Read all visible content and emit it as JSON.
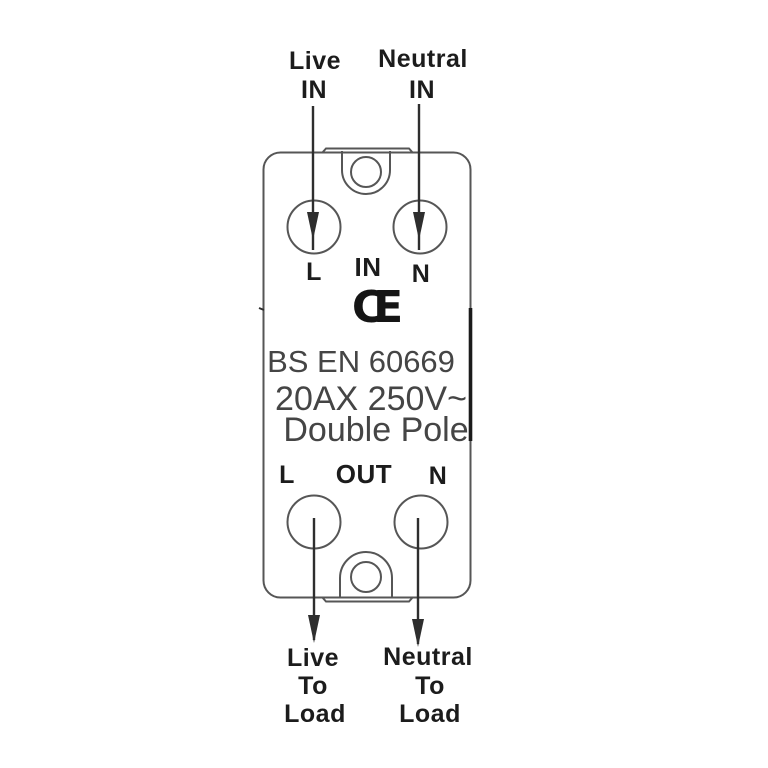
{
  "colors": {
    "background": "#ffffff",
    "outline": "#565656",
    "arrow": "#2e2e2e",
    "label_text": "#1c1c1c",
    "body_text": "#454545",
    "ce_text": "#151515"
  },
  "top_labels": {
    "live": [
      "Live",
      "IN"
    ],
    "neutral": [
      "Neutral",
      "IN"
    ]
  },
  "in_row": {
    "l": "L",
    "mid": "IN",
    "n": "N"
  },
  "markings": {
    "ce": "CE",
    "standard": "BS EN 60669",
    "rating": "20AX 250V~",
    "pole": "Double Pole"
  },
  "out_row": {
    "l": "L",
    "mid": "OUT",
    "n": "N"
  },
  "bottom_labels": {
    "live": [
      "Live",
      "To",
      "Load"
    ],
    "neutral": [
      "Neutral",
      "To",
      "Load"
    ]
  }
}
